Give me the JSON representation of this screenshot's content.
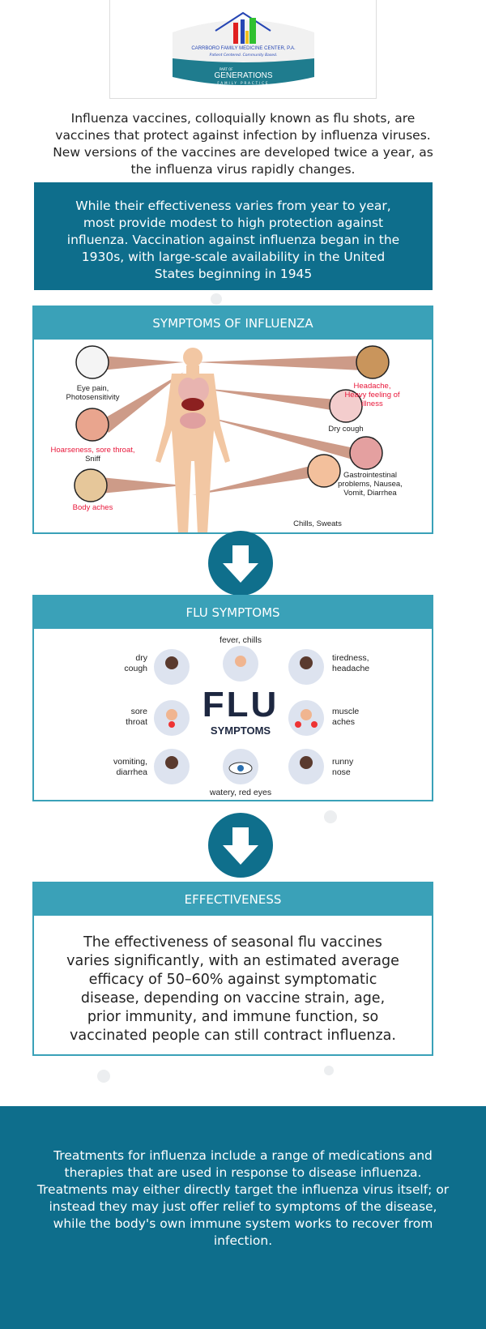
{
  "logo": {
    "name": "CARRBORO FAMILY MEDICINE CENTER, P.A.",
    "tagline": "Patient Centered. Community Based.",
    "part_of": "PART OF",
    "brand": "GENERATIONS",
    "brand_sub": "FAMILY PRACTICE"
  },
  "intro": "Influenza vaccines, colloquially known as flu shots, are vaccines that protect against infection by influenza viruses. New versions of the vaccines are developed twice a year, as the influenza virus rapidly changes.",
  "highlight": "While their effectiveness varies from year to year, most provide modest to high protection against influenza. Vaccination against influenza began in the 1930s, with large-scale availability in the United States beginning in 1945",
  "symptoms_influenza": {
    "title": "SYMPTOMS OF INFLUENZA",
    "labels": {
      "eye": "Eye pain, Photosensitivity",
      "throat_red": "Hoarseness, sore throat,",
      "throat": "Sniff",
      "body": "Body aches",
      "head": "Headache, Heavy feeling of illness",
      "cough": "Dry cough",
      "gi": "Gastrointestinal problems, Nausea, Vomit, Diarrhea",
      "chills": "Chills, Sweats"
    }
  },
  "flu_symptoms": {
    "title": "FLU SYMPTOMS",
    "center_big": "FLU",
    "center_small": "SYMPTOMS",
    "items": {
      "fever": "fever, chills",
      "dry_cough": "dry cough",
      "tiredness": "tiredness, headache",
      "sore_throat": "sore throat",
      "muscle": "muscle aches",
      "vomiting": "vomiting, diarrhea",
      "runny": "runny nose",
      "eyes": "watery, red eyes"
    }
  },
  "effectiveness": {
    "title": "EFFECTIVENESS",
    "text": "The effectiveness of seasonal flu vaccines varies significantly, with an estimated average efficacy of 50–60% against symptomatic disease, depending on vaccine strain, age, prior immunity, and immune function, so vaccinated people can still contract influenza."
  },
  "treatment": "Treatments for influenza include a range of medications and therapies that are used in response to disease influenza. Treatments may either directly target the influenza virus itself; or instead they may just offer relief to symptoms of the disease, while the body's own immune system works to recover from infection.",
  "colors": {
    "dark_teal": "#0e6e8c",
    "teal": "#3aa1b8",
    "red": "#e8173a"
  }
}
